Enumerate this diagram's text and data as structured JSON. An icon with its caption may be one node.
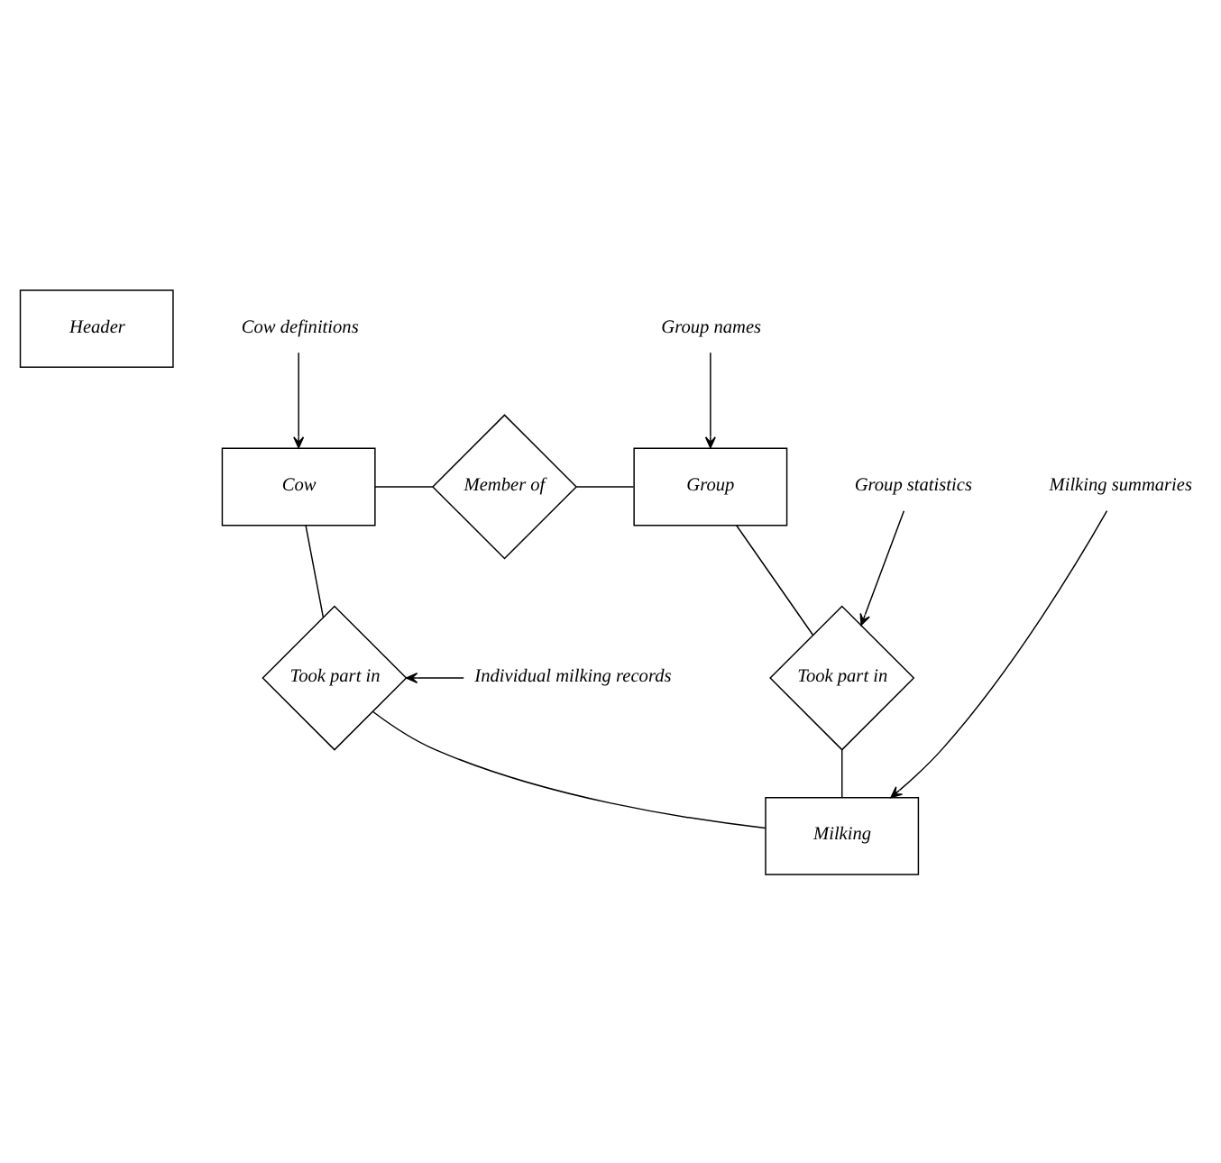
{
  "diagram": {
    "nodes": [
      {
        "text": [
          "Header"
        ]
      },
      {
        "text": [
          "Group names"
        ]
      },
      {
        "text": [
          "Cow"
        ]
      },
      {
        "text": [
          "Member of"
        ]
      },
      {
        "text": [
          "Group"
        ]
      },
      {
        "text": [
          "Cow definitions"
        ]
      },
      {
        "text": [
          "Took part in"
        ]
      },
      {
        "text": [
          "Individual milking records"
        ]
      },
      {
        "text": [
          "Took part in"
        ]
      },
      {
        "text": [
          "Milking summaries"
        ]
      },
      {
        "text": [
          "Group statistics"
        ]
      },
      {
        "text": [
          "Milking"
        ]
      }
    ],
    "edges": [
      {
        "from": 2,
        "to": 3,
        "arrow": "none"
      },
      {
        "from": 3,
        "to": 4,
        "arrow": "none"
      },
      {
        "from": 1,
        "to": 4,
        "arrow": "to"
      },
      {
        "from": 5,
        "to": 2,
        "arrow": "to"
      },
      {
        "from": 2,
        "to": 6,
        "arrow": "none"
      },
      {
        "from": 7,
        "to": 6,
        "arrow": "to"
      },
      {
        "from": 6,
        "to": 11,
        "arrow": "none"
      },
      {
        "from": 4,
        "to": 8,
        "arrow": "none"
      },
      {
        "from": 10,
        "to": 8,
        "arrow": "to"
      },
      {
        "from": 9,
        "to": 11,
        "arrow": "to"
      },
      {
        "from": 8,
        "to": 11,
        "arrow": "none"
      }
    ]
  }
}
